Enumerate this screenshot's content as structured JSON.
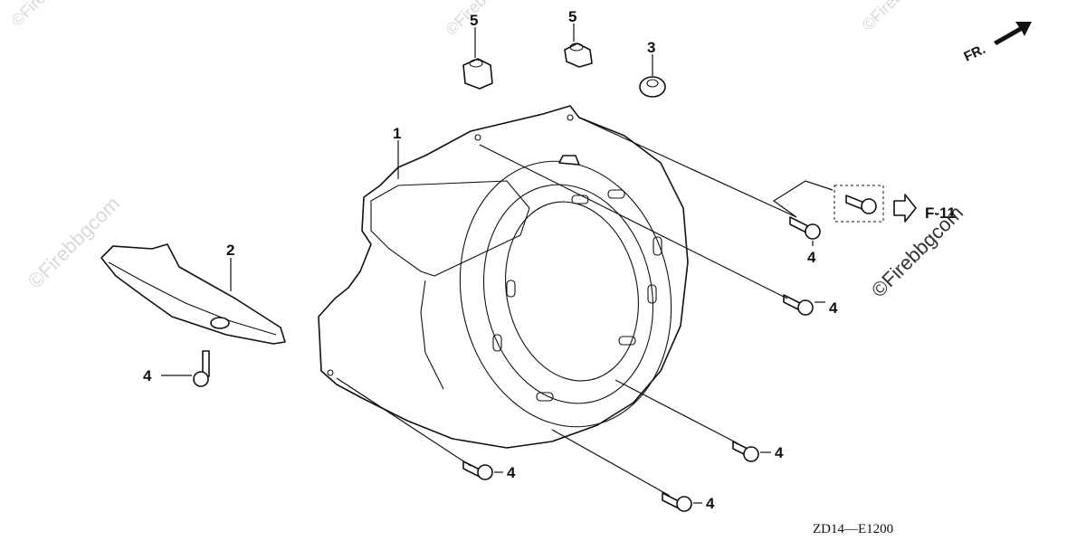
{
  "diagram": {
    "callouts": {
      "shroud": "1",
      "cover": "2",
      "grommet": "3",
      "bolt_a": "4",
      "bolt_b": "4",
      "bolt_c": "4",
      "bolt_d": "4",
      "bolt_e": "4",
      "bolt_f": "4",
      "clip_a": "5",
      "clip_b": "5"
    },
    "reference_label": "F-11",
    "direction_label": "FR.",
    "drawing_code": "ZD14—E1200",
    "watermark": "©Firebbgcom"
  }
}
